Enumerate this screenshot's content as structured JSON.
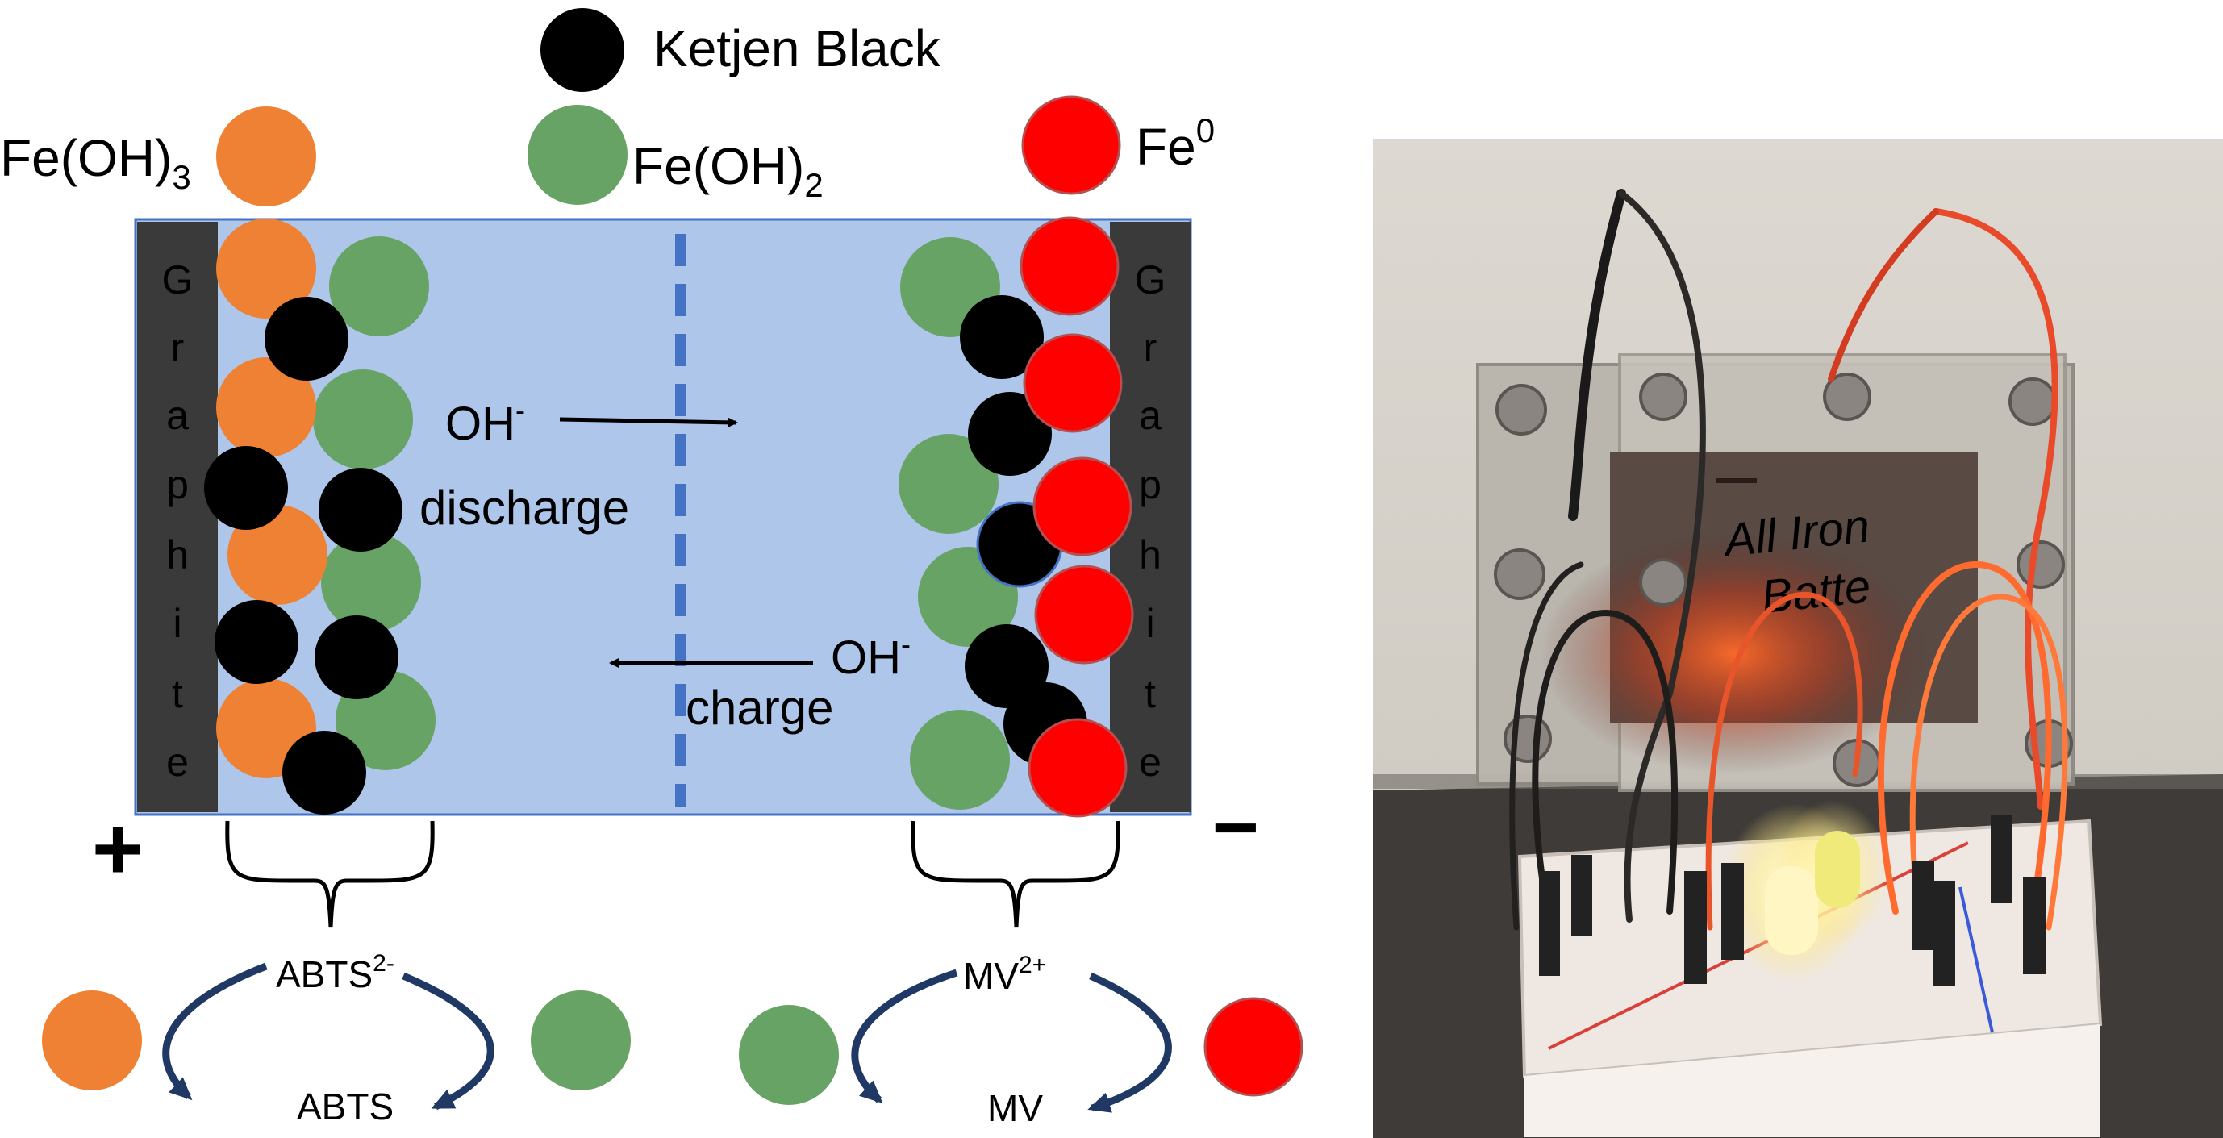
{
  "legend": {
    "ketjen_black": "Ketjen Black",
    "feoh3_base": "Fe(OH)",
    "feoh3_sub": "3",
    "feoh2_base": "Fe(OH)",
    "feoh2_sub": "2",
    "fe0_base": "Fe",
    "fe0_sup": "0"
  },
  "electrodes": {
    "left_letters": [
      "G",
      "r",
      "a",
      "p",
      "h",
      "i",
      "t",
      "e"
    ],
    "right_letters": [
      "G",
      "r",
      "a",
      "p",
      "h",
      "i",
      "t",
      "e"
    ],
    "positive": "+",
    "negative": "−"
  },
  "arrows": {
    "top_ion": "OH",
    "top_ion_sup": "-",
    "top_label": "discharge",
    "bottom_ion": "OH",
    "bottom_ion_sup": "-",
    "bottom_label": "charge"
  },
  "mediators": {
    "left_top": "ABTS",
    "left_top_sup": "2-",
    "left_bottom": "ABTS",
    "right_top": "MV",
    "right_top_sup": "2+",
    "right_bottom": "MV"
  },
  "photo": {
    "device_text_line1": "All Iron",
    "device_text_line2": "Batte"
  },
  "colors": {
    "electrolyte": "#adc6ea",
    "graphite": "#3a3a3a",
    "feoh3": "#ee8133",
    "feoh2": "#67a364",
    "fe0": "#ff0000",
    "ketjen": "#000000",
    "membrane": "#4472c4",
    "cycle_arrow": "#1f3864"
  }
}
